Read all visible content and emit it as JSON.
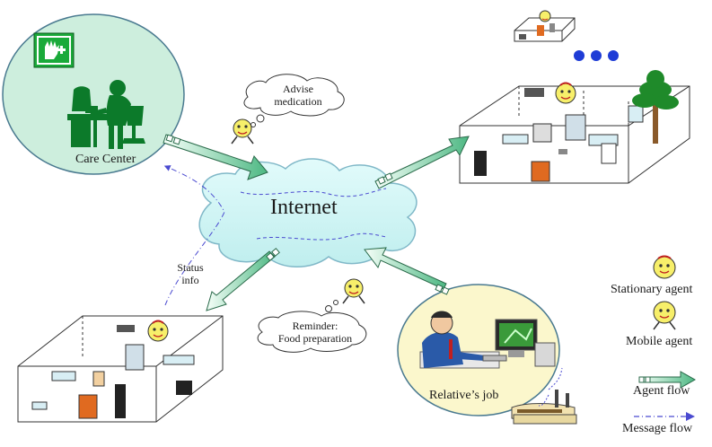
{
  "labels": {
    "care_center": "Care Center",
    "internet": "Internet",
    "advise_line1": "Advise",
    "advise_line2": "medication",
    "status_line1": "Status",
    "status_line2": "info",
    "reminder_line1": "Reminder:",
    "reminder_line2": "Food preparation",
    "relatives_job": "Relative’s job"
  },
  "legend": {
    "stationary_agent": "Stationary agent",
    "mobile_agent": "Mobile agent",
    "agent_flow": "Agent flow",
    "message_flow": "Message flow"
  },
  "icons": {
    "care_center_logo": "hand-plus-icon",
    "agent": "smiley-agent-icon"
  },
  "colors": {
    "cloud_fill": "#cff5f5",
    "ellipse_fill": "#cdeedd",
    "relative_fill": "#fbf7cc",
    "agent_flow_arrow": "#7fd0a8",
    "message_flow": "#4a4ad0",
    "agent_face": "#f7ef6a",
    "dots": "#1e3cd6",
    "silhouette": "#0c7a2a"
  }
}
